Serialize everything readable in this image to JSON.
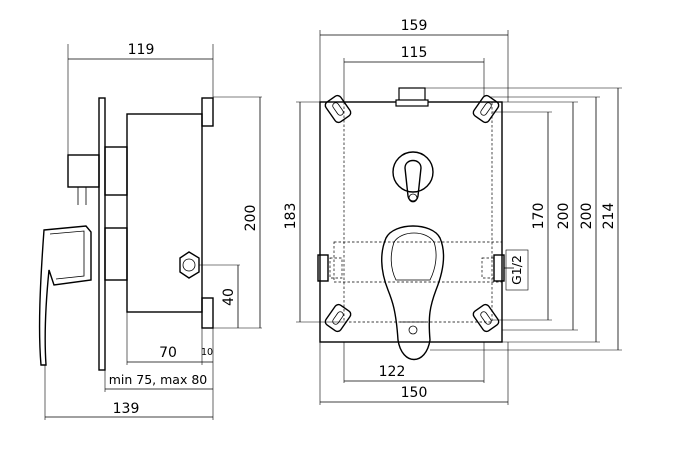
{
  "side_view": {
    "width_top": "119",
    "height_body": "200",
    "offset_outlet": "40",
    "depth_70": "70",
    "depth_10": "10",
    "depth_range": "min 75, max 80",
    "overall_width": "139"
  },
  "front_view": {
    "width_top": "159",
    "width_holes": "115",
    "height_183": "183",
    "height_170": "170",
    "height_200a": "200",
    "height_200b": "200",
    "height_214": "214",
    "thread": "G1/2",
    "width_122": "122",
    "width_150": "150"
  }
}
